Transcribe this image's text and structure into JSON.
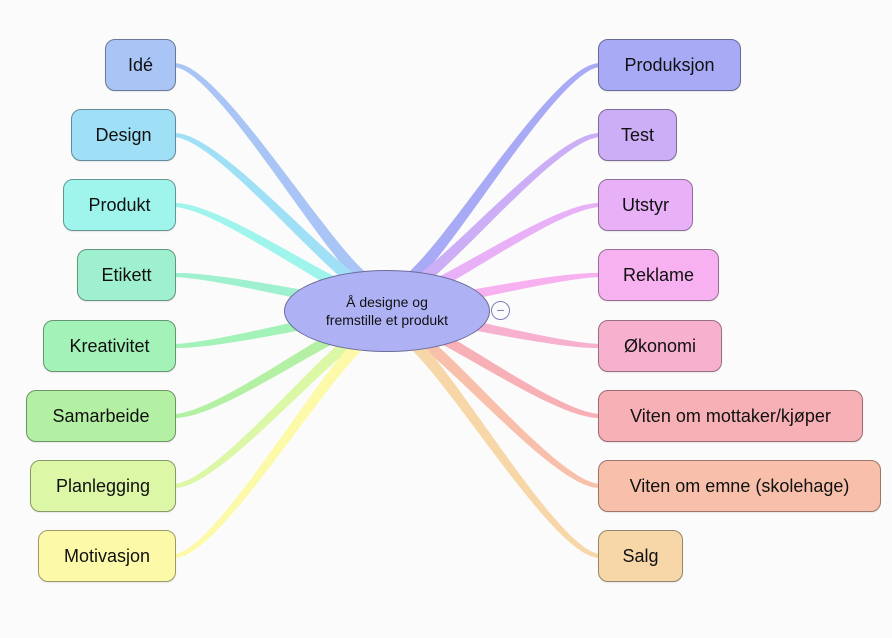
{
  "center": {
    "line1": "Å designe og",
    "line2": "fremstille et produkt",
    "color": "#aeb2f5"
  },
  "collapse_icon": "minus-circle-icon",
  "left_branches": [
    {
      "label": "Idé",
      "color": "#a8c5f5"
    },
    {
      "label": "Design",
      "color": "#9fe0f7"
    },
    {
      "label": "Produkt",
      "color": "#9ff5ec"
    },
    {
      "label": "Etikett",
      "color": "#9ff0cf"
    },
    {
      "label": "Kreativitet",
      "color": "#a3f2b8"
    },
    {
      "label": "Samarbeide",
      "color": "#b3f0a3"
    },
    {
      "label": "Planlegging",
      "color": "#dcf7a6"
    },
    {
      "label": "Motivasjon",
      "color": "#fcfaa8"
    }
  ],
  "right_branches": [
    {
      "label": "Produksjon",
      "color": "#a8aaf5"
    },
    {
      "label": "Test",
      "color": "#cbaef5"
    },
    {
      "label": "Utstyr",
      "color": "#e8b1f7"
    },
    {
      "label": "Reklame",
      "color": "#f7b1f0"
    },
    {
      "label": "Økonomi",
      "color": "#f7b1cf"
    },
    {
      "label": "Viten om mottaker/kjøper",
      "color": "#f7b0b6"
    },
    {
      "label": "Viten om emne (skolehage)",
      "color": "#f8c0aa"
    },
    {
      "label": "Salg",
      "color": "#f7d7a8"
    }
  ]
}
